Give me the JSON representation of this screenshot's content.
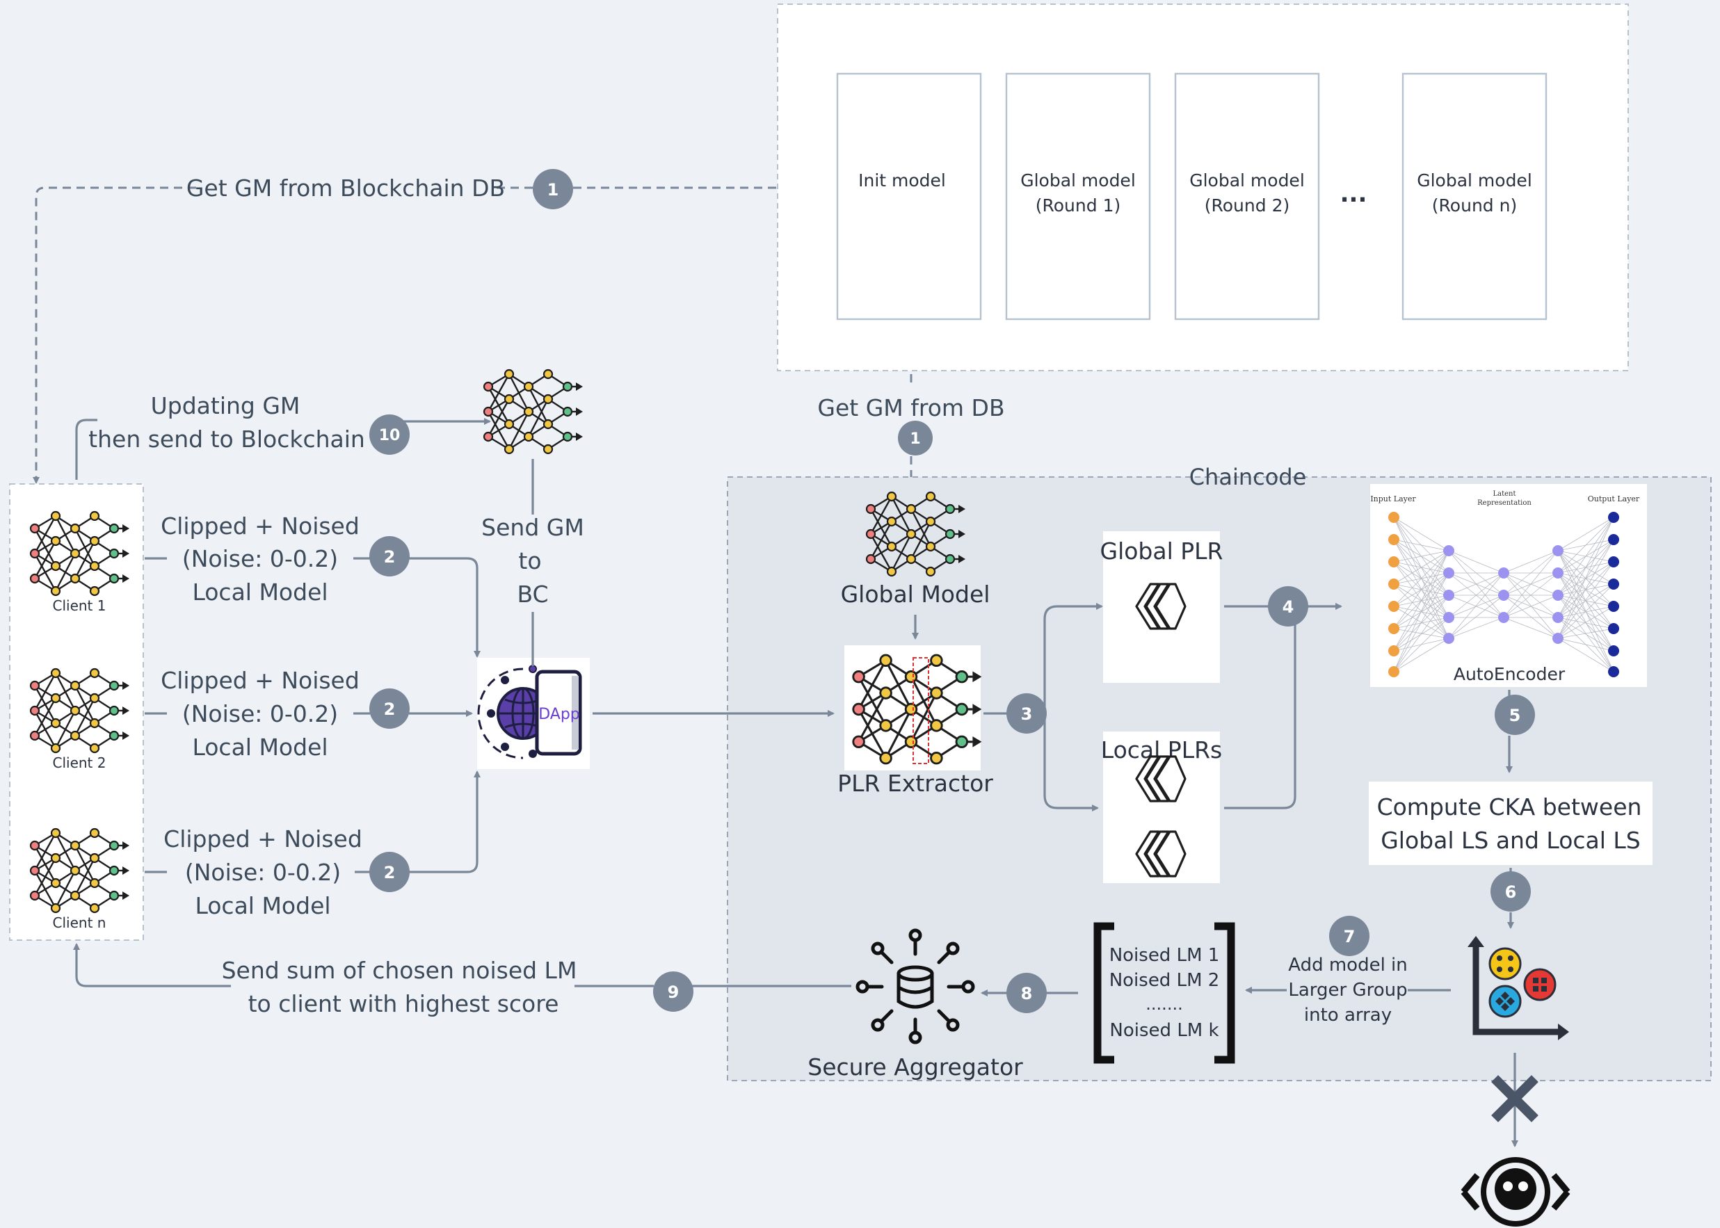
{
  "db": {
    "models": [
      {
        "line1": "Init model",
        "line2": ""
      },
      {
        "line1": "Global model",
        "line2": "(Round 1)"
      },
      {
        "line1": "Global model",
        "line2": "(Round 2)"
      },
      {
        "line1": "Global model",
        "line2": "(Round n)"
      }
    ],
    "ellipsis": "..."
  },
  "top_link": {
    "label": "Get GM from Blockchain DB",
    "step": "1"
  },
  "db_link": {
    "label": "Get GM from DB",
    "step": "1"
  },
  "update": {
    "line1": "Updating GM",
    "line2": "then send to Blockchain",
    "step": "10"
  },
  "send_gm": {
    "line1": "Send GM",
    "line2": "to",
    "line3": "BC"
  },
  "clients": [
    {
      "name": "Client 1",
      "line1": "Clipped + Noised",
      "line2": "(Noise: 0-0.2)",
      "line3": "Local Model",
      "step": "2"
    },
    {
      "name": "Client 2",
      "line1": "Clipped + Noised",
      "line2": "(Noise: 0-0.2)",
      "line3": "Local Model",
      "step": "2"
    },
    {
      "name": "Client n",
      "line1": "Clipped + Noised",
      "line2": "(Noise: 0-0.2)",
      "line3": "Local Model",
      "step": "2"
    }
  ],
  "dapp_label": "DApp",
  "chaincode": {
    "title": "Chaincode",
    "global_model": "Global Model",
    "plr_extractor": "PLR Extractor",
    "step3": "3",
    "global_plr": "Global PLR",
    "local_plrs": "Local PLRs",
    "step4": "4",
    "autoencoder": {
      "title": "AutoEncoder",
      "input_layer": "Input Layer",
      "latent": "Latent",
      "latent2": "Representation",
      "output_layer": "Output Layer"
    },
    "step5": "5",
    "cka": {
      "line1": "Compute CKA between",
      "line2": "Global LS and Local LS"
    },
    "step6": "6",
    "step7": "7",
    "group": {
      "line1": "Add model in",
      "line2": "Larger Group",
      "line3": "into array"
    },
    "array": {
      "item1": "Noised LM 1",
      "item2": "Noised LM 2",
      "dots": ".......",
      "item3": "Noised LM k"
    },
    "step8": "8",
    "aggregator": "Secure Aggregator"
  },
  "return_link": {
    "line1": "Send sum of chosen noised LM",
    "line2": "to client with highest score",
    "step": "9"
  },
  "colors": {
    "background": "#eef2f6",
    "badge": "#7a8798",
    "chaincode_bg": "#e1e6ed",
    "dapp_purple": "#5b3fa8",
    "ae_node": "#9c93f0",
    "ae_input": "#f0a040",
    "ae_output": "#1a2a9a"
  }
}
